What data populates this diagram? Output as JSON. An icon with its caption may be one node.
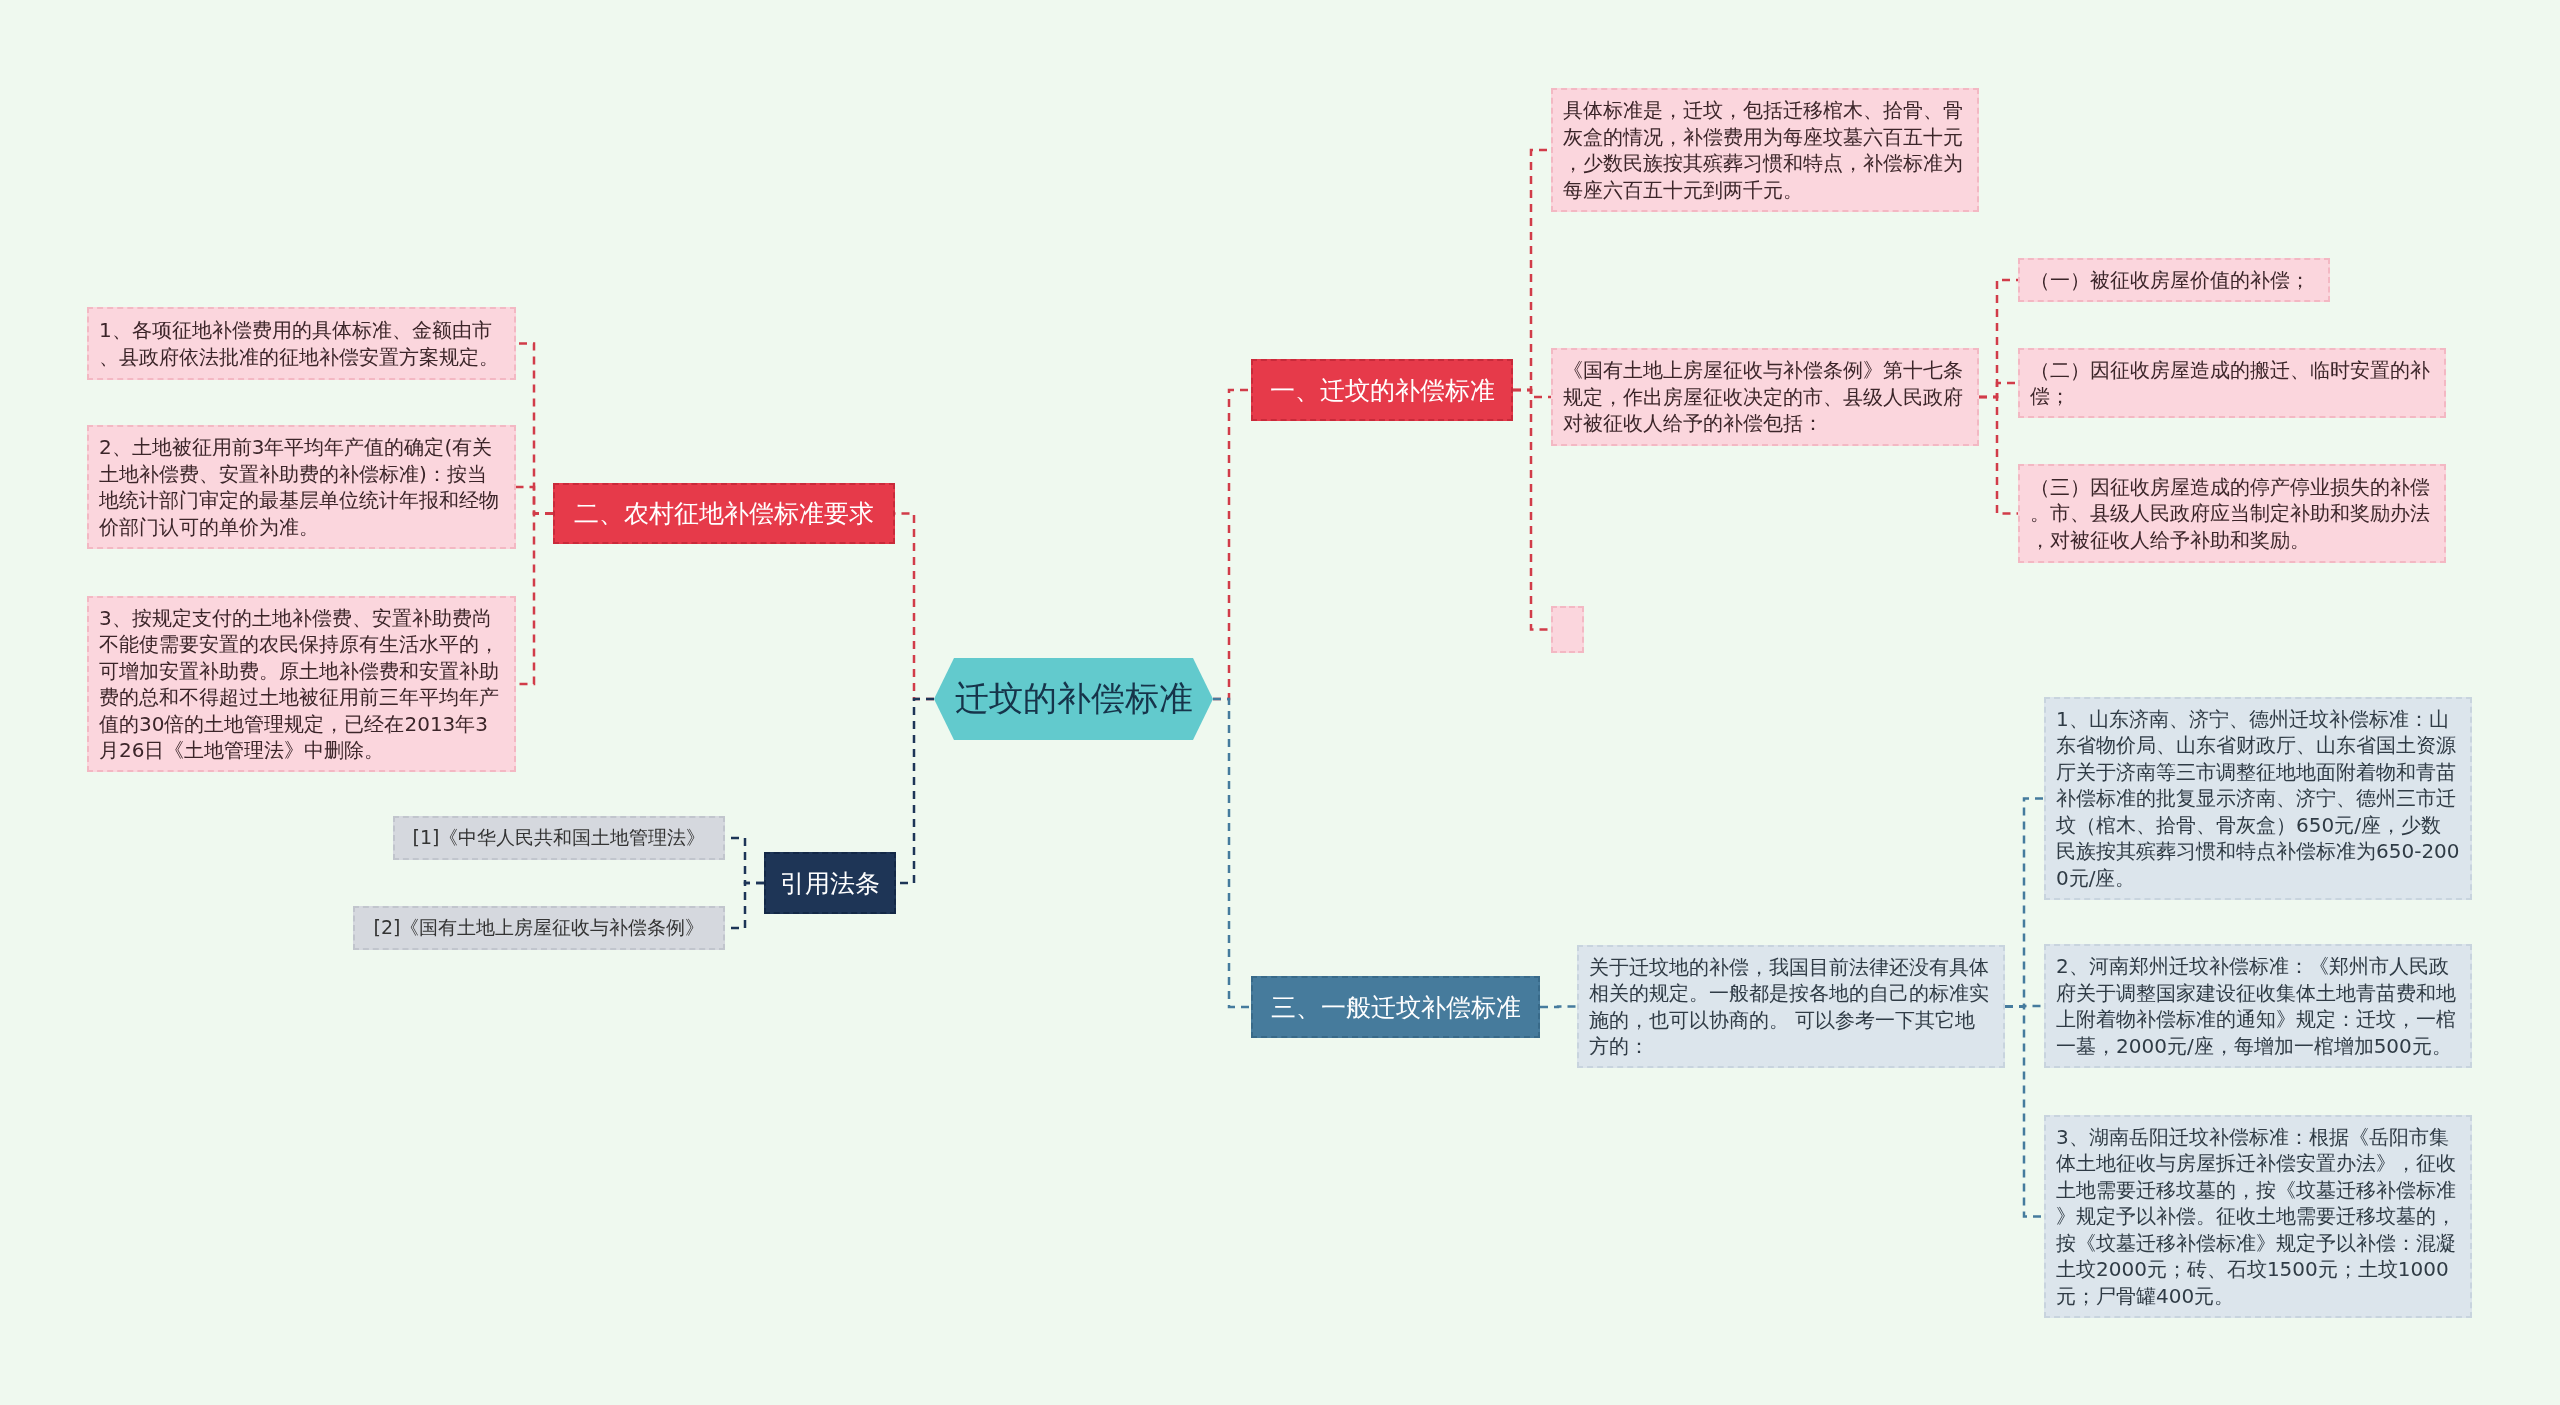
{
  "diagram": {
    "nodes": [
      {
        "text": [
          "迁坟的补偿标准"
        ]
      },
      {
        "text": [
          "一、迁坟的补偿标准"
        ]
      },
      {
        "text": [
          "具体标准是，迁坟，包括迁移棺木、拾骨、骨灰盒的情况，补偿费用为每座坟墓六百五十元，少数民族按其殡葬习惯和特点，补偿标准为每座六百五十元到两千元。"
        ]
      },
      {
        "text": [
          "《国有土地上房屋征收与补偿条例》第十七条规定，作出房屋征收决定的市、县级人民政府对被征收人给予的补偿包括："
        ]
      },
      {
        "text": [
          "（一）被征收房屋价值的补偿；"
        ]
      },
      {
        "text": [
          "（二）因征收房屋造成的搬迁、临时安置的补偿；"
        ]
      },
      {
        "text": [
          "（三）因征收房屋造成的停产停业损失的补偿。市、县级人民政府应当制定补助和奖励办法，对被征收人给予补助和奖励。"
        ]
      },
      {
        "text": [],
        "shape": "box"
      },
      {
        "text": [
          "二、农村征地补偿标准要求"
        ]
      },
      {
        "text": [
          "1、各项征地补偿费用的具体标准、金额由市、县政府依法批准的征地补偿安置方案规定。"
        ]
      },
      {
        "text": [
          "2、土地被征用前3年平均年产值的确定(有关土地补偿费、安置补助费的补偿标准)：按当地统计部门审定的最基层单位统计年报和经物价部门认可的单价为准。"
        ]
      },
      {
        "text": [
          "3、按规定支付的土地补偿费、安置补助费尚不能使需要安置的农民保持原有生活水平的，可增加安置补助费。原土地补偿费和安置补助费的总和不得超过土地被征用前三年平均年产值的30倍的土地管理规定，已经在2013年3月26日《土地管理法》中删除。"
        ]
      },
      {
        "text": [
          "引用法条"
        ]
      },
      {
        "text": [
          "[1]《中华人民共和国土地管理法》"
        ]
      },
      {
        "text": [
          "[2]《国有土地上房屋征收与补偿条例》"
        ]
      },
      {
        "text": [
          "三、一般迁坟补偿标准"
        ]
      },
      {
        "text": [
          "关于迁坟地的补偿，我国目前法律还没有具体相关的规定。一般都是按各地的自己的标准实施的，也可以协商的。 可以参考一下其它地方的："
        ]
      },
      {
        "text": [
          "1、山东济南、济宁、德州迁坟补偿标准：山东省物价局、山东省财政厅、山东省国土资源厅关于济南等三市调整征地地面附着物和青苗补偿标准的批复显示济南、济宁、德州三市迁坟（棺木、拾骨、骨灰盒）650元/座，少数民族按其殡葬习惯和特点补偿标准为650-2000元/座。"
        ]
      },
      {
        "text": [
          "2、河南郑州迁坟补偿标准：《郑州市人民政府关于调整国家建设征收集体土地青苗费和地上附着物补偿标准的通知》规定：迁坟，一棺一墓，2000元/座，每增加一棺增加500元。"
        ]
      },
      {
        "text": [
          "3、湖南岳阳迁坟补偿标准：根据《岳阳市集体土地征收与房屋拆迁补偿安置办法》，征收土地需要迁移坟墓的，按《坟墓迁移补偿标准》规定予以补偿。征收土地需要迁移坟墓的，按《坟墓迁移补偿标准》规定予以补偿：混凝土坟2000元；砖、石坟1500元；土坟1000元；尸骨罐400元。"
        ]
      }
    ],
    "edges": [
      {
        "from": 0,
        "to": 1,
        "arrow": "none"
      },
      {
        "from": 1,
        "to": 2,
        "arrow": "none"
      },
      {
        "from": 1,
        "to": 3,
        "arrow": "none"
      },
      {
        "from": 3,
        "to": 4,
        "arrow": "none"
      },
      {
        "from": 3,
        "to": 5,
        "arrow": "none"
      },
      {
        "from": 3,
        "to": 6,
        "arrow": "none"
      },
      {
        "from": 1,
        "to": 7,
        "arrow": "none"
      },
      {
        "from": 0,
        "to": 8,
        "arrow": "none"
      },
      {
        "from": 8,
        "to": 9,
        "arrow": "none"
      },
      {
        "from": 8,
        "to": 10,
        "arrow": "none"
      },
      {
        "from": 8,
        "to": 11,
        "arrow": "none"
      },
      {
        "from": 0,
        "to": 12,
        "arrow": "none",
        "color": "#1d3557"
      },
      {
        "from": 12,
        "to": 13,
        "arrow": "none",
        "color": "#1d3557"
      },
      {
        "from": 12,
        "to": 14,
        "arrow": "none",
        "color": "#1d3557"
      },
      {
        "from": 0,
        "to": 15,
        "arrow": "none",
        "color": "#457b9d"
      },
      {
        "from": 15,
        "to": 16,
        "arrow": "none",
        "color": "#457b9d"
      },
      {
        "from": 16,
        "to": 17,
        "arrow": "none",
        "color": "#457b9d"
      },
      {
        "from": 16,
        "to": 18,
        "arrow": "none",
        "color": "#457b9d"
      },
      {
        "from": 16,
        "to": 19,
        "arrow": "none",
        "color": "#457b9d"
      }
    ]
  }
}
